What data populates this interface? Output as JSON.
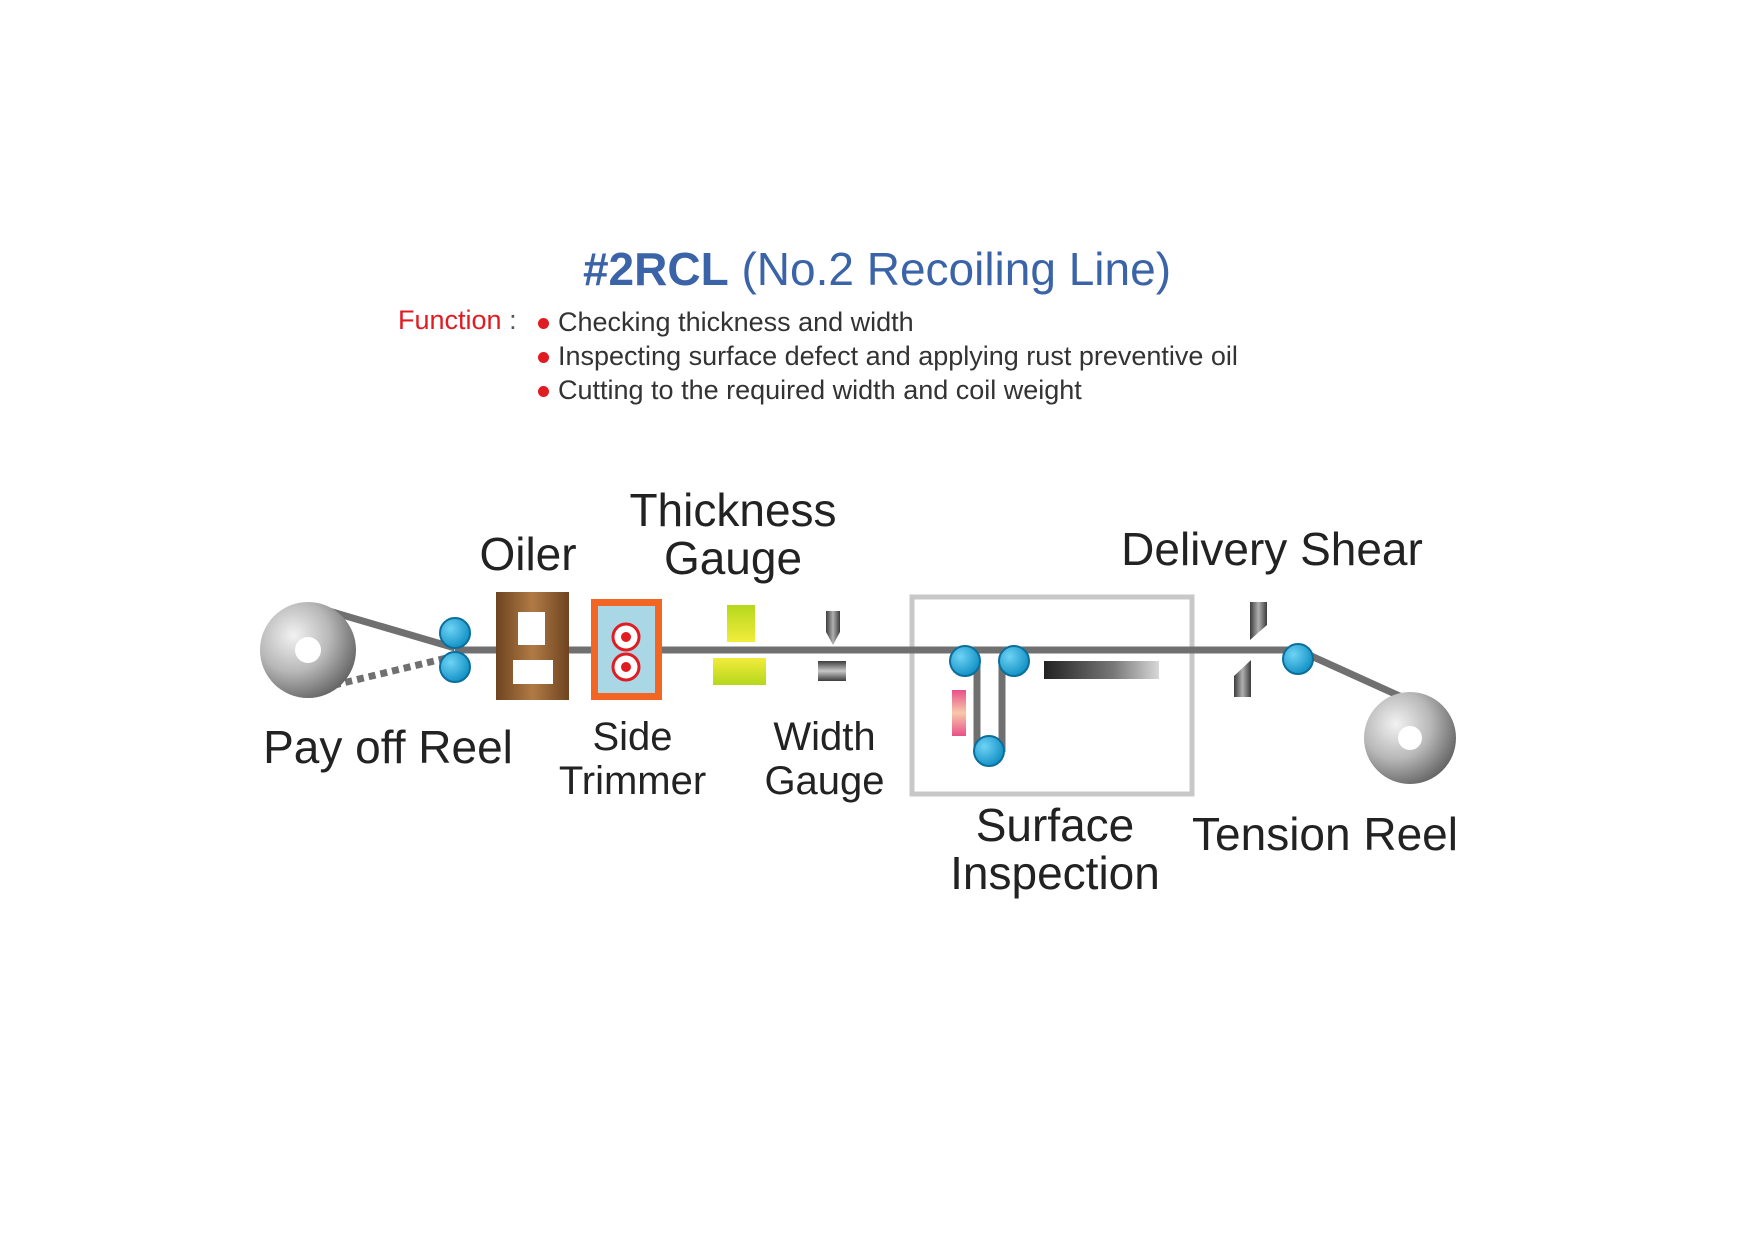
{
  "title": {
    "code": "#2RCL",
    "name": "(No.2 Recoiling Line)"
  },
  "function": {
    "label": "Function",
    "colon": ":",
    "items": [
      "Checking thickness and width",
      "Inspecting surface defect and applying rust preventive oil",
      "Cutting to the required width and coil weight"
    ]
  },
  "labels": {
    "pay_off_reel": "Pay off Reel",
    "oiler": "Oiler",
    "side_trimmer": [
      "Side",
      "Trimmer"
    ],
    "thickness_gauge": [
      "Thickness",
      "Gauge"
    ],
    "width_gauge": [
      "Width",
      "Gauge"
    ],
    "surface_inspection": [
      "Surface",
      "Inspection"
    ],
    "delivery_shear": "Delivery Shear",
    "tension_reel": "Tension Reel"
  },
  "colors": {
    "title": "#3b64a8",
    "function_label": "#e11b22",
    "strip": "#707070",
    "roller": "#1aa3d9",
    "oiler": "#8b5a2b",
    "trimmer_frame": "#f26522",
    "trimmer_fill": "#a9d7e6",
    "thickness_gauge": "#c8dc1e",
    "inspection_box": "#c8c8c8"
  }
}
